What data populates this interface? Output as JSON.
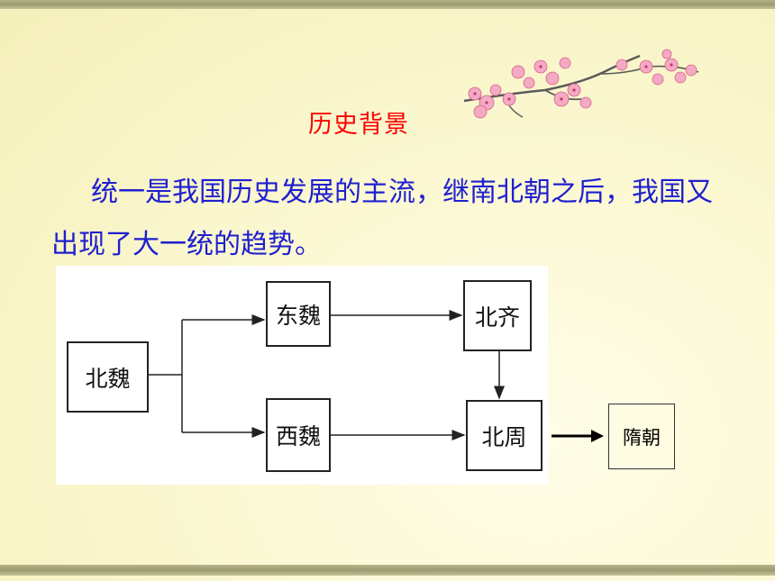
{
  "slide": {
    "title": "历史背景",
    "paragraph": "统一是我国历史发展的主流，继南北朝之后，我国又出现了大一统的趋势。"
  },
  "diagram": {
    "nodes": {
      "northern_wei": "北魏",
      "eastern_wei": "东魏",
      "western_wei": "西魏",
      "northern_qi": "北齐",
      "northern_zhou": "北周",
      "sui": "隋朝"
    }
  },
  "colors": {
    "title": "#ff0000",
    "paragraph": "#1f1fd0",
    "blossom": "#f4a9c4"
  }
}
